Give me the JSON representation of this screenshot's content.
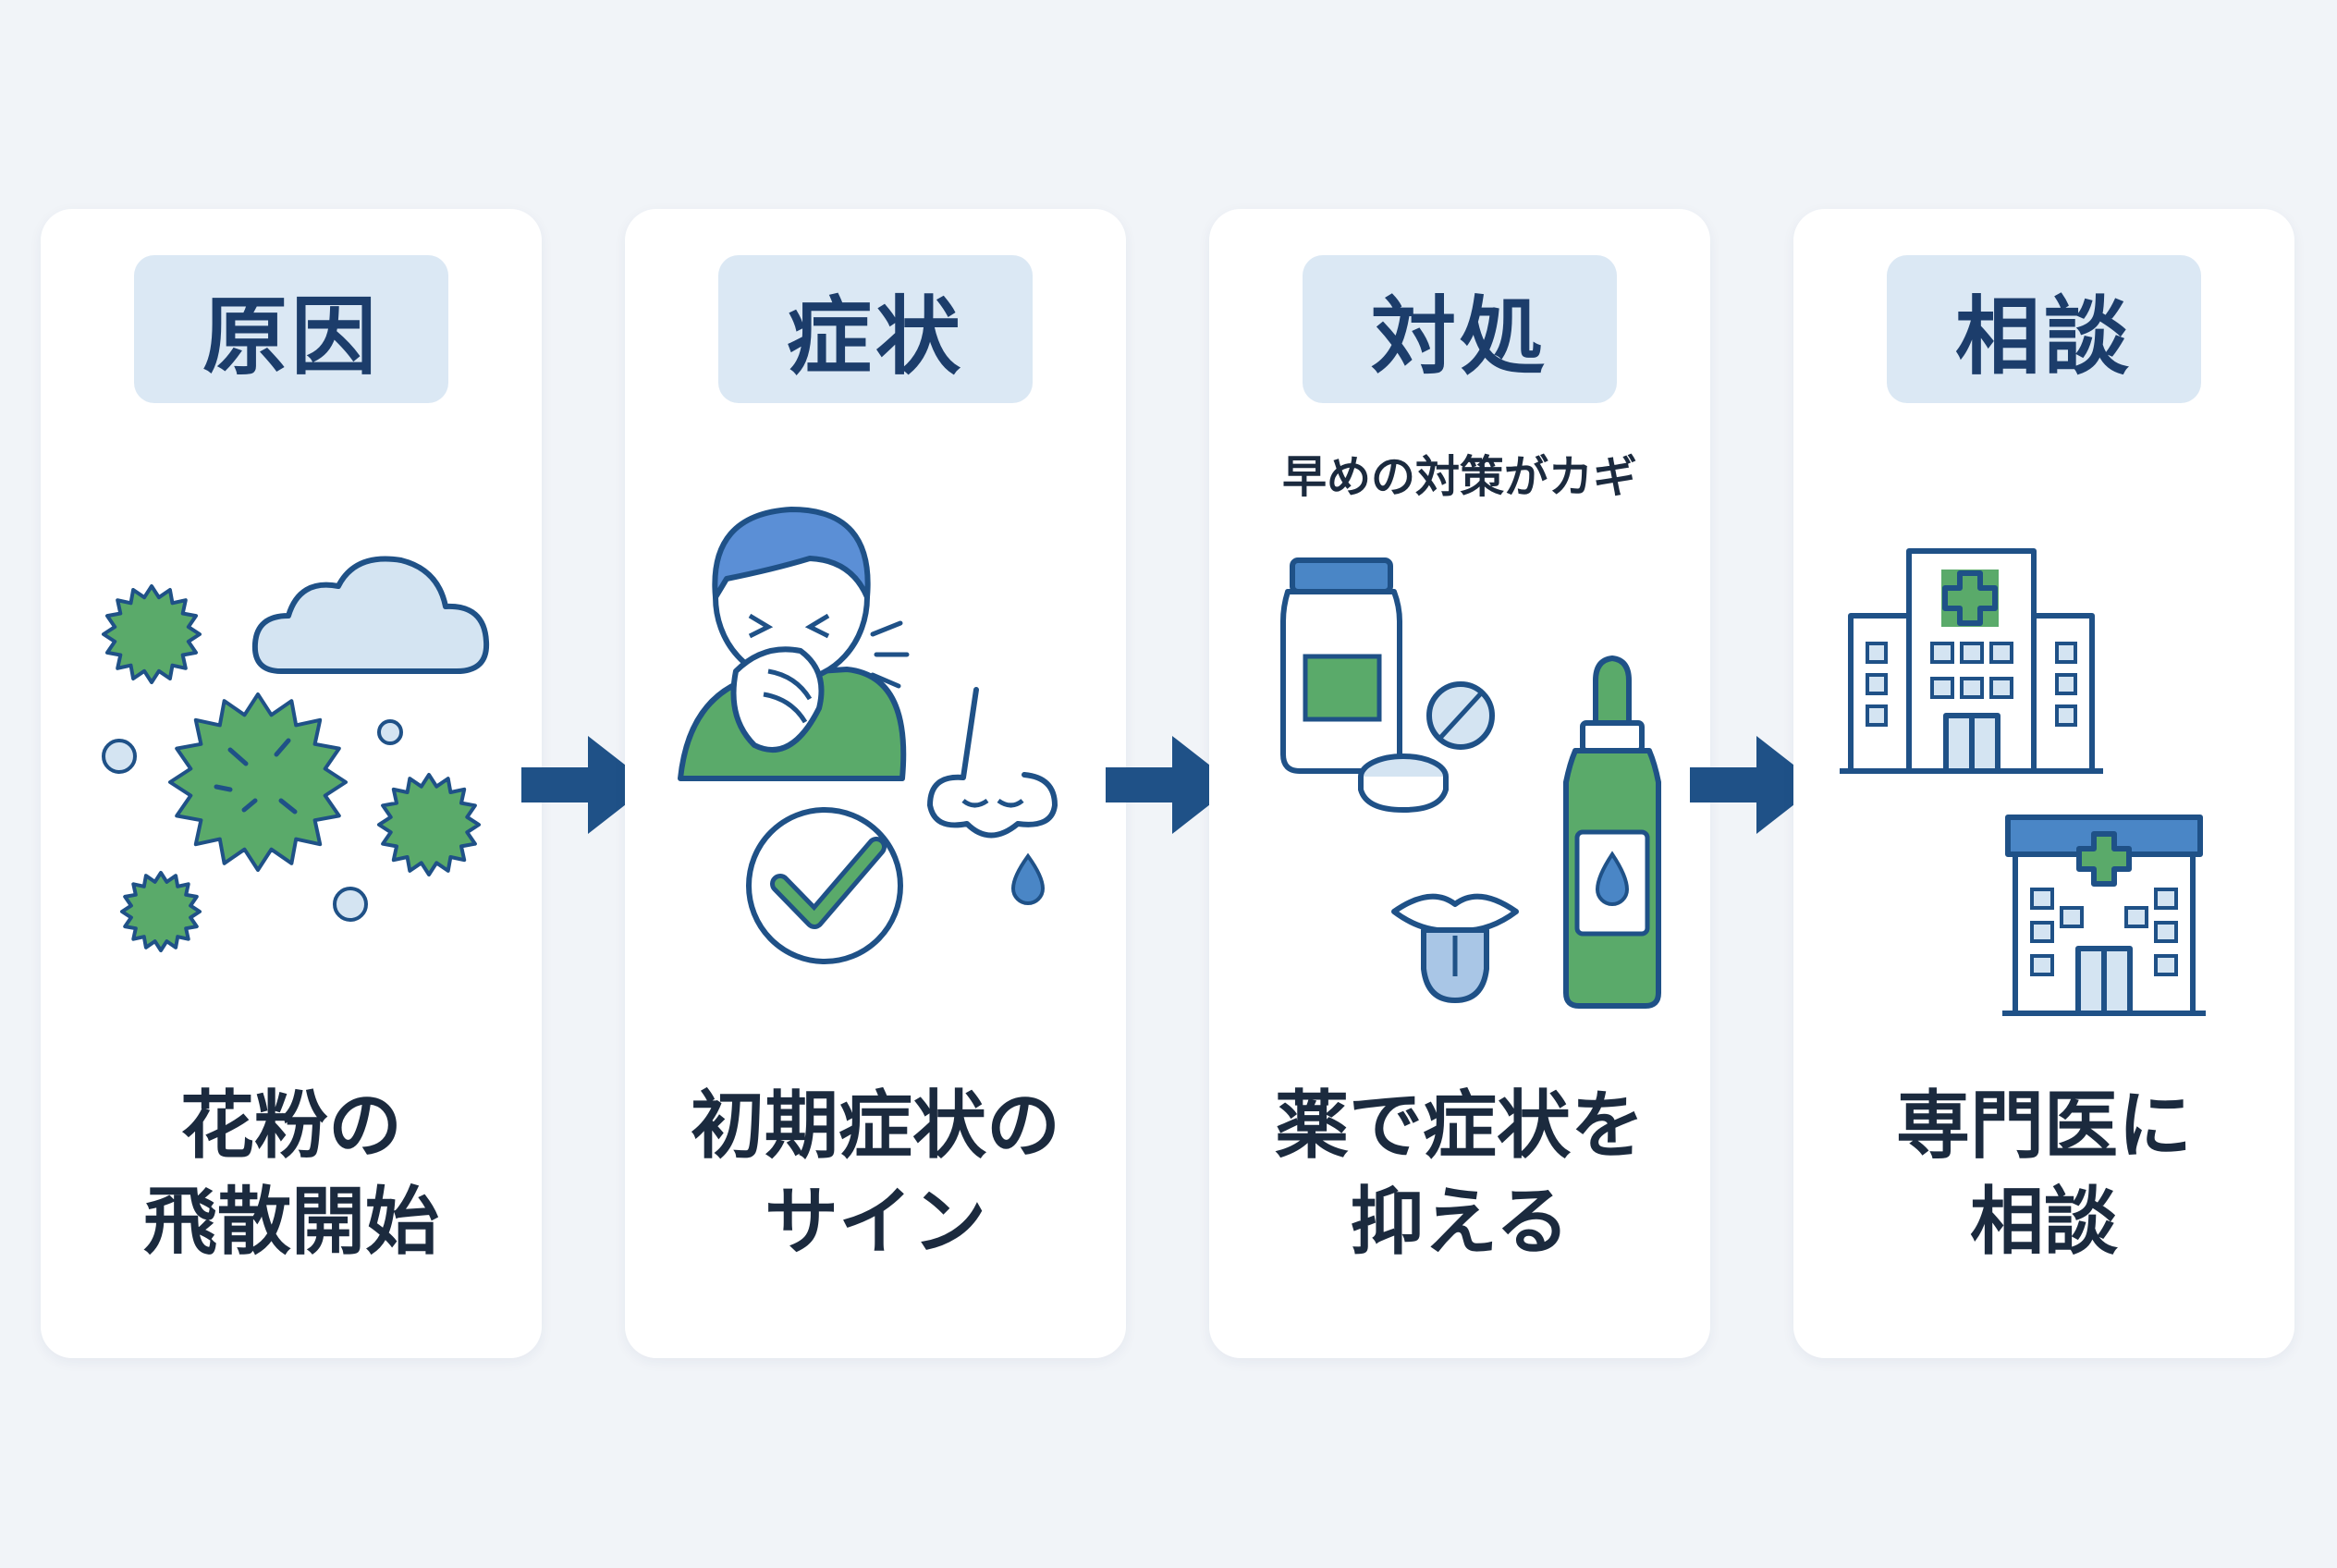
{
  "colors": {
    "navy": "#1f5187",
    "green": "#5aaa6a",
    "light_blue": "#d4e4f2",
    "badge_bg": "#dbe8f4",
    "text": "#1b2a3e"
  },
  "steps": [
    {
      "title": "原因",
      "caption_line1": "花粉の",
      "caption_line2": "飛散開始",
      "icons": [
        "pollen-icon",
        "cloud-icon"
      ]
    },
    {
      "title": "症状",
      "caption_line1": "初期症状の",
      "caption_line2": "サイン",
      "icons": [
        "sneezing-person-icon",
        "runny-nose-icon",
        "check-circle-icon"
      ]
    },
    {
      "title": "対処",
      "subtitle": "早めの対策がカギ",
      "caption_line1": "薬で症状を",
      "caption_line2": "抑える",
      "icons": [
        "medicine-bottle-icon",
        "pill-icon",
        "eye-drop-icon",
        "tongue-icon"
      ]
    },
    {
      "title": "相談",
      "caption_line1": "専門医に",
      "caption_line2": "相談",
      "icons": [
        "hospital-icon",
        "hospital-icon"
      ]
    }
  ]
}
